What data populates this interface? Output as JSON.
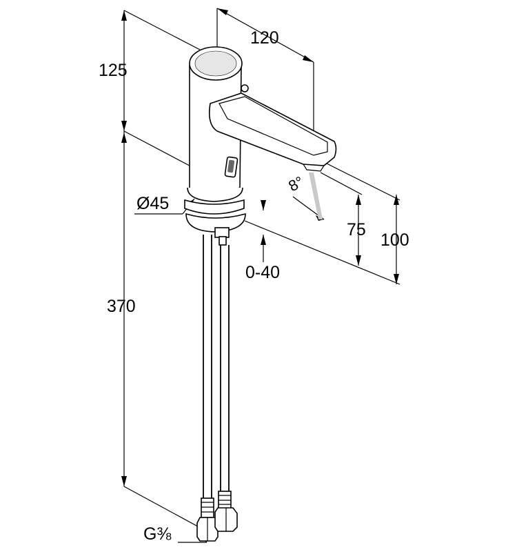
{
  "dimensions": {
    "top_height": "125",
    "spout_reach": "120",
    "diameter": "Ø45",
    "mount_thickness": "0-40",
    "spout_height_min": "75",
    "spout_height_max": "100",
    "total_length": "370",
    "thread": "G⅜",
    "sensor_angle": "8°"
  }
}
